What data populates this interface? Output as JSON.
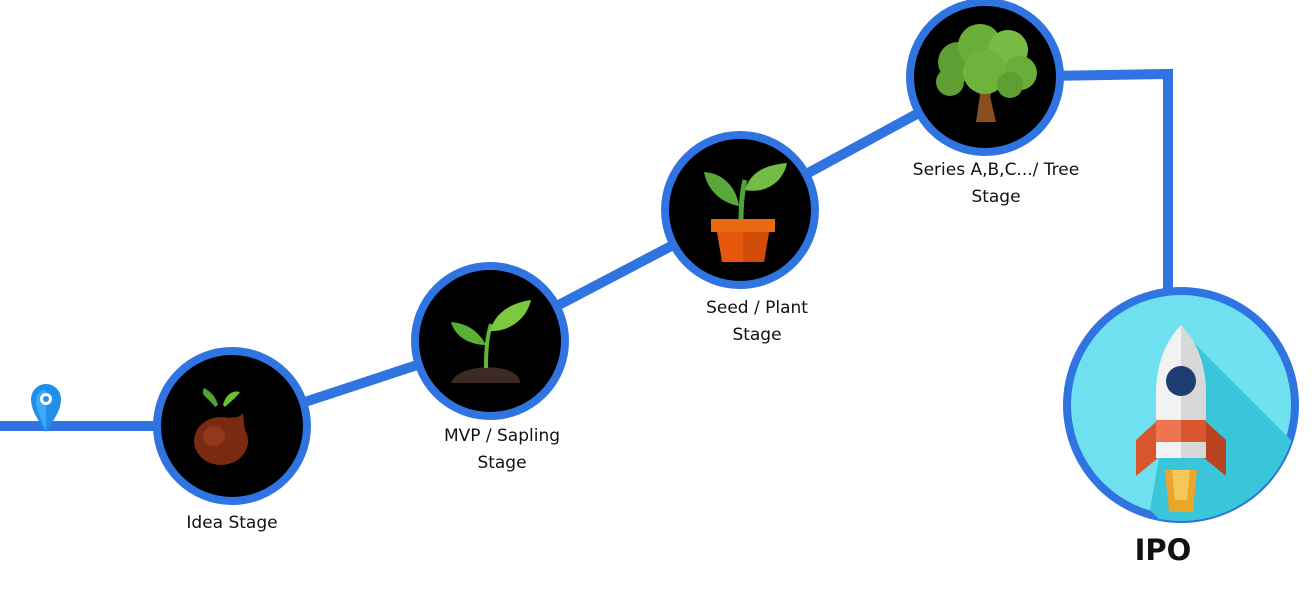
{
  "path_color": "#2f74e0",
  "stages": [
    {
      "label": "Idea Stage",
      "icon": "seed-icon"
    },
    {
      "label": "MVP / Sapling\nStage",
      "icon": "sprout-icon"
    },
    {
      "label": "Seed / Plant\nStage",
      "icon": "potted-plant-icon"
    },
    {
      "label": "Series A,B,C.../ Tree\nStage",
      "icon": "tree-icon"
    }
  ],
  "final": {
    "label": "IPO",
    "icon": "rocket-icon"
  },
  "start_marker": {
    "icon": "location-pin-icon"
  }
}
